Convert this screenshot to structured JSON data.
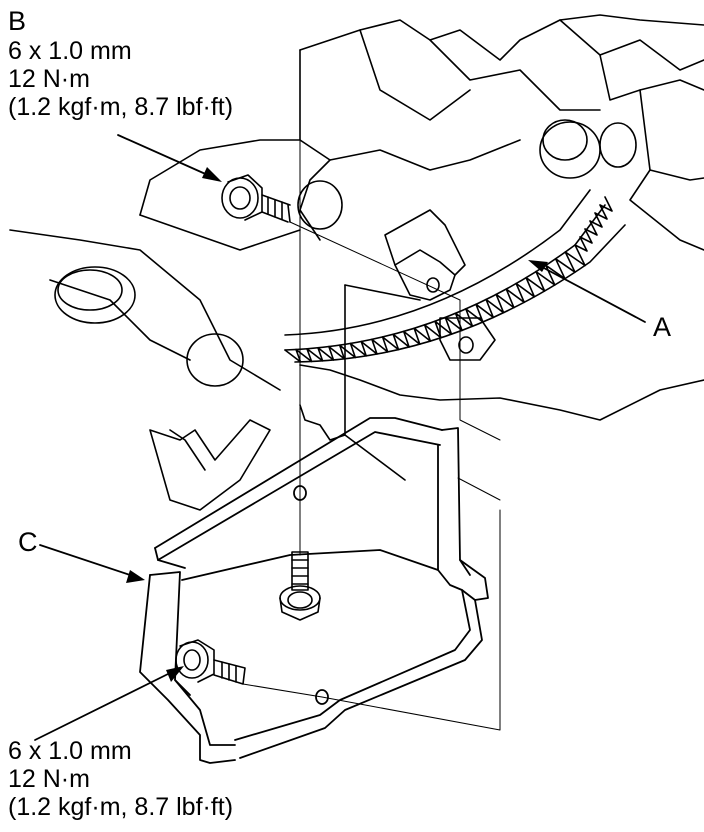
{
  "callouts": {
    "a": "A",
    "b": "B",
    "c": "C"
  },
  "spec_top": {
    "size": "6 x 1.0 mm",
    "torque": "12 N·m",
    "alt": "(1.2 kgf·m, 8.7 lbf·ft)"
  },
  "spec_bottom": {
    "size": "6 x 1.0 mm",
    "torque": "12 N·m",
    "alt": "(1.2 kgf·m, 8.7 lbf·ft)"
  },
  "colors": {
    "ink": "#000000",
    "paper": "#ffffff"
  }
}
